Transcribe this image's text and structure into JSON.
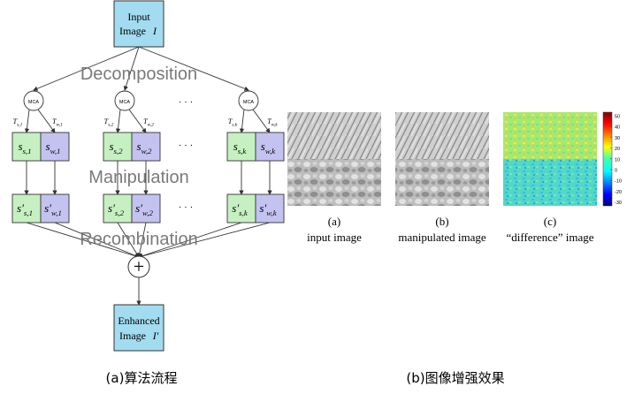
{
  "diagram": {
    "input_box": {
      "line1": "Input",
      "line2": "Image",
      "var": "I"
    },
    "output_box": {
      "line1": "Enhanced",
      "line2": "Image",
      "var": "I′"
    },
    "stage_labels": {
      "decomposition": "Decomposition",
      "manipulation": "Manipulation",
      "recombination": "Recombination"
    },
    "mca_label": "MCA",
    "ellipsis": "· · ·",
    "plus_symbol": "+",
    "groups": [
      {
        "ts": "T",
        "ts_sub": "s,1",
        "tw": "T",
        "tw_sub": "w,1",
        "s": "s",
        "s_sub": "s,1",
        "w": "s",
        "w_sub": "w,1",
        "sp": "s′",
        "sp_sub": "s,1",
        "wp": "s′",
        "wp_sub": "w,1"
      },
      {
        "ts": "T",
        "ts_sub": "s,2",
        "tw": "T",
        "tw_sub": "w,2",
        "s": "s",
        "s_sub": "s,2",
        "w": "s",
        "w_sub": "w,2",
        "sp": "s′",
        "sp_sub": "s,2",
        "wp": "s′",
        "wp_sub": "w,2"
      },
      {
        "ts": "T",
        "ts_sub": "s,k",
        "tw": "T",
        "tw_sub": "w,k",
        "s": "s",
        "s_sub": "s,k",
        "w": "s",
        "w_sub": "w,k",
        "sp": "s′",
        "sp_sub": "s,k",
        "wp": "s′",
        "wp_sub": "w,k"
      }
    ],
    "colors": {
      "input": "#a3dcf0",
      "structure": "#c7f0c2",
      "texture": "#c4c2f0",
      "stroke": "#333333",
      "stage_text": "#7a7a7a"
    }
  },
  "results": {
    "panels": [
      {
        "letter": "(a)",
        "caption": "input image"
      },
      {
        "letter": "(b)",
        "caption": "manipulated image"
      },
      {
        "letter": "(c)",
        "caption": "“difference” image"
      }
    ],
    "colorbar_ticks": [
      "50",
      "40",
      "30",
      "20",
      "10",
      "0",
      "-10",
      "-20",
      "-30"
    ]
  },
  "captions": {
    "left": "(a)算法流程",
    "right": "(b)图像增强效果"
  }
}
